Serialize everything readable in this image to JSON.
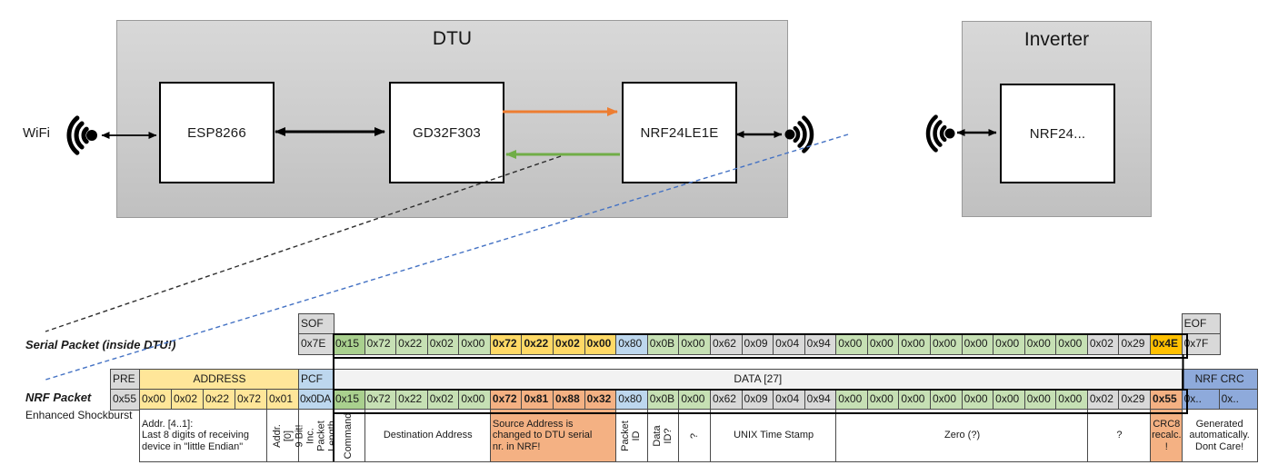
{
  "palette": {
    "cell_gray": "#D9D9D9",
    "green_dark": "#A9D08E",
    "green_light": "#C6E0B4",
    "gold": "#FFD966",
    "amber": "#FFC000",
    "salmon": "#F4B183",
    "blue_light": "#BDD7EE",
    "blue_mid": "#8EAADB",
    "yellow_light": "#FFE699",
    "data_band": "#F2F2F2",
    "arrow_orange": "#ED7D31",
    "arrow_green": "#70AD47",
    "dashed_blue": "#4472C4"
  },
  "diagram": {
    "wifi_label": "WiFi",
    "dtu": {
      "title": "DTU",
      "components": [
        "ESP8266",
        "GD32F303",
        "NRF24LE1E"
      ]
    },
    "inverter": {
      "title": "Inverter",
      "components": [
        "NRF24..."
      ]
    }
  },
  "labels": {
    "serial_packet": "Serial Packet (inside DTU!)",
    "nrf_packet": "NRF Packet",
    "shockburst": "Enhanced Shockburst"
  },
  "rows": {
    "serial_header": [
      {
        "col": 7,
        "t": "SOF",
        "c": "gray",
        "n": "sof-header"
      },
      {
        "col": 35,
        "t": "EOF",
        "c": "gray",
        "n": "eof-header"
      }
    ],
    "serial_values": [
      {
        "col": 7,
        "t": "0x7E",
        "c": "gray",
        "n": "sof-byte"
      },
      {
        "col": 8,
        "t": "0x15",
        "c": "g1",
        "n": "byte-command"
      },
      {
        "col": 9,
        "t": "0x72",
        "c": "g2"
      },
      {
        "col": 10,
        "t": "0x22",
        "c": "g2"
      },
      {
        "col": 11,
        "t": "0x02",
        "c": "g2"
      },
      {
        "col": 12,
        "t": "0x00",
        "c": "g2"
      },
      {
        "col": 13,
        "t": "0x72",
        "c": "gold",
        "b": 1
      },
      {
        "col": 14,
        "t": "0x22",
        "c": "gold",
        "b": 1
      },
      {
        "col": 15,
        "t": "0x02",
        "c": "gold",
        "b": 1
      },
      {
        "col": 16,
        "t": "0x00",
        "c": "gold",
        "b": 1
      },
      {
        "col": 17,
        "t": "0x80",
        "c": "lblue"
      },
      {
        "col": 18,
        "t": "0x0B",
        "c": "g2"
      },
      {
        "col": 19,
        "t": "0x00",
        "c": "g2"
      },
      {
        "col": 20,
        "t": "0x62",
        "c": "gray"
      },
      {
        "col": 21,
        "t": "0x09",
        "c": "gray"
      },
      {
        "col": 22,
        "t": "0x04",
        "c": "gray"
      },
      {
        "col": 23,
        "t": "0x94",
        "c": "gray"
      },
      {
        "col": 24,
        "t": "0x00",
        "c": "g2"
      },
      {
        "col": 25,
        "t": "0x00",
        "c": "g2"
      },
      {
        "col": 26,
        "t": "0x00",
        "c": "g2"
      },
      {
        "col": 27,
        "t": "0x00",
        "c": "g2"
      },
      {
        "col": 28,
        "t": "0x00",
        "c": "g2"
      },
      {
        "col": 29,
        "t": "0x00",
        "c": "g2"
      },
      {
        "col": 30,
        "t": "0x00",
        "c": "g2"
      },
      {
        "col": 31,
        "t": "0x00",
        "c": "g2"
      },
      {
        "col": 32,
        "t": "0x02",
        "c": "gray"
      },
      {
        "col": 33,
        "t": "0x29",
        "c": "gray"
      },
      {
        "col": 34,
        "t": "0x4E",
        "c": "amber",
        "b": 1,
        "n": "crc8-byte"
      },
      {
        "col": 35,
        "t": "0x7F",
        "c": "gray",
        "n": "eof-byte"
      }
    ],
    "nrf_header": [
      {
        "col": 1,
        "t": "PRE",
        "c": "gray",
        "n": "pre-header"
      },
      {
        "col": 2,
        "span": 5,
        "t": "ADDRESS",
        "c": "yellow",
        "align": "center",
        "n": "address-header"
      },
      {
        "col": 7,
        "t": "PCF",
        "c": "lblue",
        "n": "pcf-header"
      },
      {
        "col": 8,
        "span": 27,
        "t": "DATA [27]",
        "c": "band",
        "align": "center",
        "n": "data-header"
      },
      {
        "col": 35,
        "span": 2,
        "t": "NRF CRC",
        "c": "mblue",
        "align": "center",
        "n": "nrf-crc-header"
      }
    ],
    "nrf_values": [
      {
        "col": 1,
        "t": "0x55",
        "c": "gray",
        "n": "pre-byte"
      },
      {
        "col": 2,
        "t": "0x00",
        "c": "yellow"
      },
      {
        "col": 3,
        "t": "0x02",
        "c": "yellow"
      },
      {
        "col": 4,
        "t": "0x22",
        "c": "yellow"
      },
      {
        "col": 5,
        "t": "0x72",
        "c": "yellow"
      },
      {
        "col": 6,
        "t": "0x01",
        "c": "yellow"
      },
      {
        "col": 7,
        "t": "0x0DA",
        "c": "lblue",
        "cls": "tight",
        "n": "pcf-byte"
      },
      {
        "col": 8,
        "t": "0x15",
        "c": "g1",
        "n": "byte-command"
      },
      {
        "col": 9,
        "t": "0x72",
        "c": "g2"
      },
      {
        "col": 10,
        "t": "0x22",
        "c": "g2"
      },
      {
        "col": 11,
        "t": "0x02",
        "c": "g2"
      },
      {
        "col": 12,
        "t": "0x00",
        "c": "g2"
      },
      {
        "col": 13,
        "t": "0x72",
        "c": "salmon",
        "b": 1
      },
      {
        "col": 14,
        "t": "0x81",
        "c": "salmon",
        "b": 1
      },
      {
        "col": 15,
        "t": "0x88",
        "c": "salmon",
        "b": 1
      },
      {
        "col": 16,
        "t": "0x32",
        "c": "salmon",
        "b": 1
      },
      {
        "col": 17,
        "t": "0x80",
        "c": "lblue"
      },
      {
        "col": 18,
        "t": "0x0B",
        "c": "g2"
      },
      {
        "col": 19,
        "t": "0x00",
        "c": "g2"
      },
      {
        "col": 20,
        "t": "0x62",
        "c": "gray"
      },
      {
        "col": 21,
        "t": "0x09",
        "c": "gray"
      },
      {
        "col": 22,
        "t": "0x04",
        "c": "gray"
      },
      {
        "col": 23,
        "t": "0x94",
        "c": "gray"
      },
      {
        "col": 24,
        "t": "0x00",
        "c": "g2"
      },
      {
        "col": 25,
        "t": "0x00",
        "c": "g2"
      },
      {
        "col": 26,
        "t": "0x00",
        "c": "g2"
      },
      {
        "col": 27,
        "t": "0x00",
        "c": "g2"
      },
      {
        "col": 28,
        "t": "0x00",
        "c": "g2"
      },
      {
        "col": 29,
        "t": "0x00",
        "c": "g2"
      },
      {
        "col": 30,
        "t": "0x00",
        "c": "g2"
      },
      {
        "col": 31,
        "t": "0x00",
        "c": "g2"
      },
      {
        "col": 32,
        "t": "0x02",
        "c": "gray"
      },
      {
        "col": 33,
        "t": "0x29",
        "c": "gray"
      },
      {
        "col": 34,
        "t": "0x55",
        "c": "salmon",
        "b": 1,
        "n": "crc8-byte"
      },
      {
        "col": 35,
        "t": "0x..",
        "c": "mblue",
        "n": "nrf-crc-byte"
      },
      {
        "col": 36,
        "t": "0x..",
        "c": "mblue",
        "n": "nrf-crc-byte"
      }
    ],
    "annotations": [
      {
        "col": 2,
        "span": 4,
        "t": "Addr. [4..1]:\nLast 8 digits of receiving\ndevice in \"little Endian\"",
        "n": "note-address"
      },
      {
        "col": 6,
        "t": "Addr.[0]",
        "vert": 1,
        "n": "note-addr0"
      },
      {
        "col": 7,
        "t": "9 Bit!\nInc. Packet\nLength",
        "vert": 1,
        "n": "note-pcf"
      },
      {
        "col": 8,
        "t": "Command",
        "vert": 1,
        "n": "note-command"
      },
      {
        "col": 9,
        "span": 4,
        "t": "Destination Address",
        "align": "center",
        "n": "note-destination"
      },
      {
        "col": 13,
        "span": 4,
        "t": "Source Address is\nchanged to DTU serial\nnr. in NRF!",
        "c": "salmon",
        "n": "note-source"
      },
      {
        "col": 17,
        "t": "Packet ID",
        "vert": 1,
        "n": "note-packet-id"
      },
      {
        "col": 18,
        "t": "Data ID?",
        "vert": 1,
        "n": "note-data-id"
      },
      {
        "col": 19,
        "t": "?",
        "vert": 1,
        "n": "note-unknown1"
      },
      {
        "col": 20,
        "span": 4,
        "t": "UNIX Time Stamp",
        "align": "center",
        "n": "note-unix"
      },
      {
        "col": 24,
        "span": 8,
        "t": "Zero (?)",
        "align": "center",
        "n": "note-zero"
      },
      {
        "col": 32,
        "span": 2,
        "t": "?",
        "align": "center",
        "n": "note-unknown2"
      },
      {
        "col": 34,
        "t": "CRC8\nrecalc.\n!",
        "c": "salmon",
        "align": "center",
        "n": "note-crc8"
      },
      {
        "col": 35,
        "span": 2,
        "t": "Generated\nautomatically.\nDont Care!",
        "align": "center",
        "n": "note-nrf-crc"
      }
    ]
  }
}
